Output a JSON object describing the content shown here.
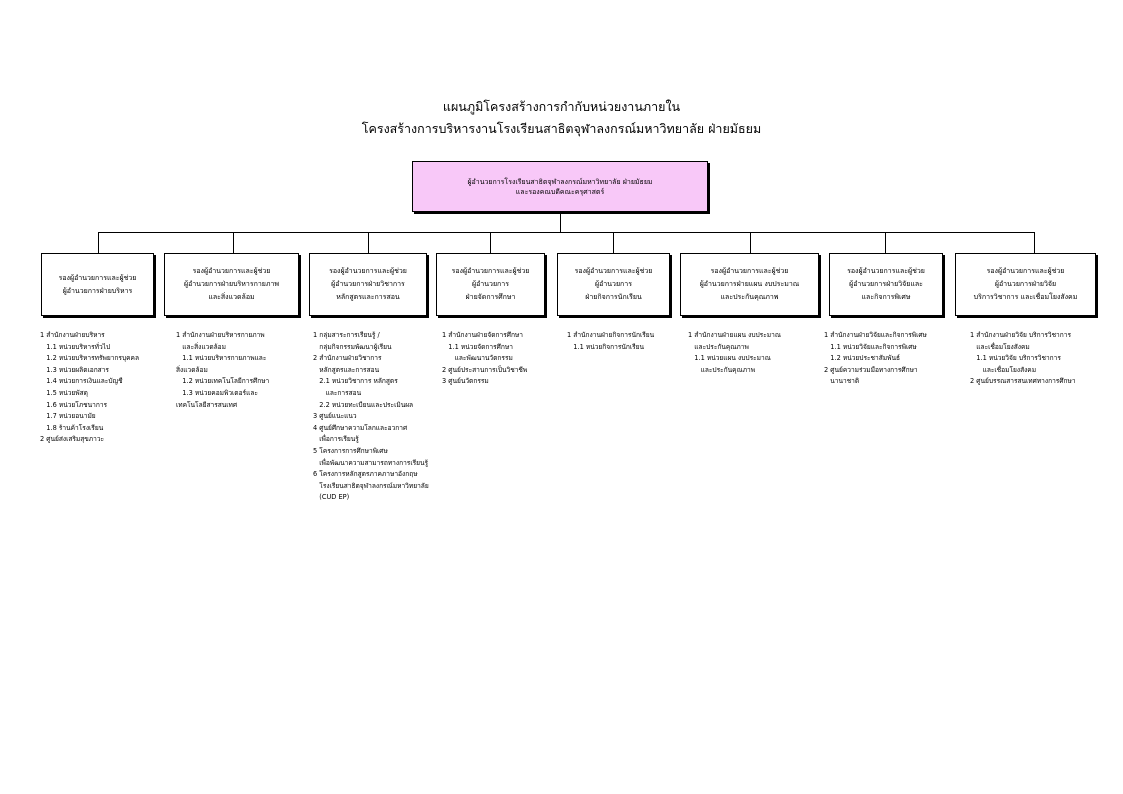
{
  "title": {
    "line1": "แผนภูมิโครงสร้างการกำกับหน่วยงานภายใน",
    "line2": "โครงสร้างการบริหารงานโรงเรียนสาธิตจุฬาลงกรณ์มหาวิทยาลัย ฝ่ายมัธยม"
  },
  "root": {
    "line1": "ผู้อำนวยการโรงเรียนสาธิตจุฬาลงกรณ์มหาวิทยาลัย ฝ่ายมัธยม",
    "line2": "และรองคณบดีคณะครุศาสตร์"
  },
  "departments": [
    {
      "lines": [
        "รองผู้อำนวยการและผู้ช่วย",
        "ผู้อำนวยการฝ่ายบริหาร"
      ],
      "items": [
        "1 สำนักงานฝ่ายบริหาร",
        "   1.1 หน่วยบริหารทั่วไป",
        "   1.2 หน่วยบริหารทรัพยากรบุคคล",
        "   1.3 หน่วยผลิตเอกสาร",
        "   1.4 หน่วยการเงินและบัญชี",
        "   1.5 หน่วยพัสดุ",
        "   1.6 หน่วยโภชนาการ",
        "   1.7 หน่วยอนามัย",
        "   1.8 ร้านค้าโรงเรียน",
        "2 ศูนย์ส่งเสริมสุขภาวะ"
      ]
    },
    {
      "lines": [
        "รองผู้อำนวยการและผู้ช่วย",
        "ผู้อำนวยการฝ่ายบริหารกายภาพ",
        "และสิ่งแวดล้อม"
      ],
      "items": [
        "1 สำนักงานฝ่ายบริหารกายภาพ",
        "   และสิ่งแวดล้อม",
        "   1.1 หน่วยบริหารกายภาพและ",
        "สิ่งแวดล้อม",
        "   1.2 หน่วยเทคโนโลยีการศึกษา",
        "   1.3 หน่วยคอมพิวเตอร์และ",
        "เทคโนโลยีสารสนเทศ"
      ]
    },
    {
      "lines": [
        "รองผู้อำนวยการและผู้ช่วย",
        "ผู้อำนวยการฝ่ายวิชาการ",
        "หลักสูตรและการสอน"
      ],
      "items": [
        "1 กลุ่มสาระการเรียนรู้ /",
        "   กลุ่มกิจกรรมพัฒนาผู้เรียน",
        "2 สำนักงานฝ่ายวิชาการ",
        "   หลักสูตรและการสอน",
        "   2.1 หน่วยวิชาการ หลักสูตร",
        "      และการสอน",
        "   2.2 หน่วยทะเบียนและประเมินผล",
        "3 ศูนย์แนะแนว",
        "4 ศูนย์ศึกษาความโลกและอวกาศ",
        "   เพื่อการเรียนรู้",
        "5 โครงการการศึกษาพิเศษ",
        "   เพื่อพัฒนาความสามารถทางการเรียนรู้",
        "6 โครงการหลักสูตรภาคภาษาอังกฤษ",
        "   โรงเรียนสาธิตจุฬาลงกรณ์มหาวิทยาลัย",
        "   (CUD EP)"
      ]
    },
    {
      "lines": [
        "รองผู้อำนวยการและผู้ช่วย",
        "ผู้อำนวยการ",
        "ฝ่ายจัดการศึกษา"
      ],
      "items": [
        "1 สำนักงานฝ่ายจัดการศึกษา",
        "   1.1 หน่วยจัดการศึกษา",
        "      และพัฒนานวัตกรรม",
        "2 ศูนย์ประสานการเป็นวิชาชีพ",
        "3 ศูนย์นวัตกรรม"
      ]
    },
    {
      "lines": [
        "รองผู้อำนวยการและผู้ช่วย",
        "ผู้อำนวยการ",
        "ฝ่ายกิจการนักเรียน"
      ],
      "items": [
        "1 สำนักงานฝ่ายกิจการนักเรียน",
        "   1.1 หน่วยกิจการนักเรียน"
      ]
    },
    {
      "lines": [
        "รองผู้อำนวยการและผู้ช่วย",
        "ผู้อำนวยการฝ่ายแผน งบประมาณ",
        "และประกันคุณภาพ"
      ],
      "items": [
        "1 สำนักงานฝ่ายแผน งบประมาณ",
        "   และประกันคุณภาพ",
        "   1.1 หน่วยแผน งบประมาณ",
        "      และประกันคุณภาพ"
      ]
    },
    {
      "lines": [
        "รองผู้อำนวยการและผู้ช่วย",
        "ผู้อำนวยการฝ่ายวิจัยและ",
        "และกิจการพิเศษ"
      ],
      "items": [
        "1 สำนักงานฝ่ายวิจัยและกิจการพิเศษ",
        "   1.1 หน่วยวิจัยและกิจการพิเศษ",
        "   1.2 หน่วยประชาสัมพันธ์",
        "2 ศูนย์ความร่วมมือทางการศึกษา",
        "   นานาชาติ"
      ]
    },
    {
      "lines": [
        "รองผู้อำนวยการและผู้ช่วย",
        "ผู้อำนวยการฝ่ายวิจัย",
        "บริการวิชาการ และเชื่อมโยงสังคม"
      ],
      "items": [
        "1 สำนักงานฝ่ายวิจัย บริการวิชาการ",
        "   และเชื่อมโยงสังคม",
        "   1.1 หน่วยวิจัย บริการวิชาการ",
        "      และเชื่อมโยงสังคม",
        "2 ศูนย์บรรณสารสนเทศทางการศึกษา"
      ]
    }
  ],
  "colors": {
    "root_fill": "#f8c8f8",
    "line": "#000000"
  }
}
